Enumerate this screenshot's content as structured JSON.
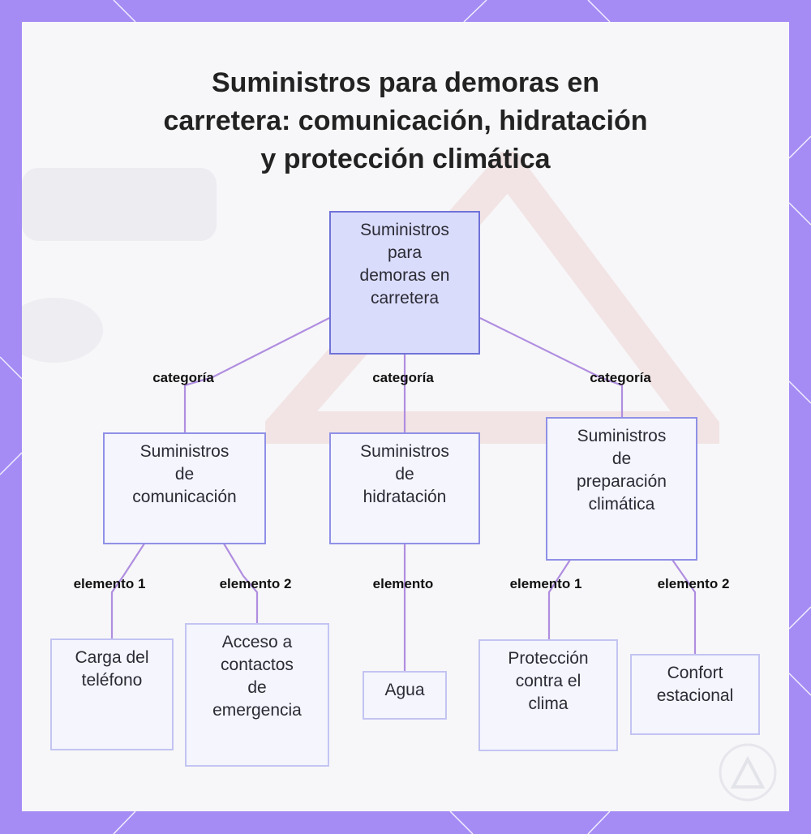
{
  "colors": {
    "frame": "#a58cf5",
    "panel": "#f7f7f9",
    "edge": "#b08ee0",
    "node_border": "#8f90e6",
    "root_fill": "#dadcfb"
  },
  "title_lines": [
    "Suministros para demoras en",
    "carretera: comunicación, hidratación",
    "y protección climática"
  ],
  "nodes": {
    "root": [
      "Suministros",
      "para",
      "demoras en",
      "carretera"
    ],
    "comunicacion": [
      "Suministros",
      "de",
      "comunicación"
    ],
    "hidratacion": [
      "Suministros",
      "de",
      "hidratación"
    ],
    "climatica": [
      "Suministros",
      "de",
      "preparación",
      "climática"
    ],
    "carga": [
      "Carga del",
      "teléfono"
    ],
    "acceso": [
      "Acceso a",
      "contactos",
      "de",
      "emergencia"
    ],
    "agua": [
      "Agua"
    ],
    "proteccion": [
      "Protección",
      "contra el",
      "clima"
    ],
    "confort": [
      "Confort",
      "estacional"
    ]
  },
  "edge_labels": {
    "cat_1": "categoría",
    "cat_2": "categoría",
    "cat_3": "categoría",
    "com_1": "elemento 1",
    "com_2": "elemento 2",
    "hid_1": "elemento",
    "cli_1": "elemento 1",
    "cli_2": "elemento 2"
  }
}
